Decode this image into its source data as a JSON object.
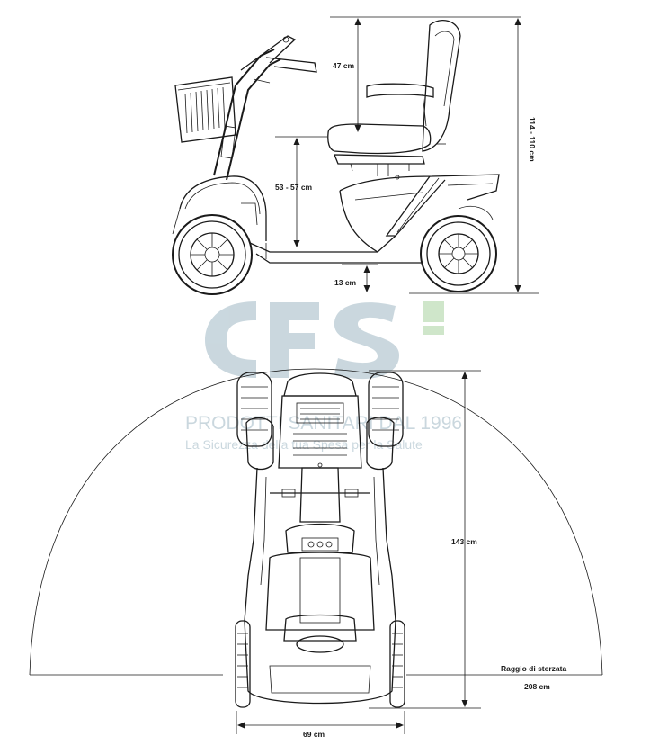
{
  "watermark": {
    "logo": "CFS",
    "line1": "PRODOTTI SANITARI DAL 1996",
    "line2": "La Sicurezza della tua Spesa per la Salute",
    "color_blue": "#9fb8c4",
    "color_green": "#a9d3a0"
  },
  "side_view": {
    "seat_back_height": "47 cm",
    "total_height": "114 - 110 cm",
    "seat_height": "53 - 57 cm",
    "ground_clearance": "13 cm"
  },
  "top_view": {
    "length": "143 cm",
    "width": "69 cm",
    "turning_radius_label": "Raggio di sterzata",
    "turning_radius_value": "208 cm"
  },
  "colors": {
    "line": "#1a1a1a"
  }
}
